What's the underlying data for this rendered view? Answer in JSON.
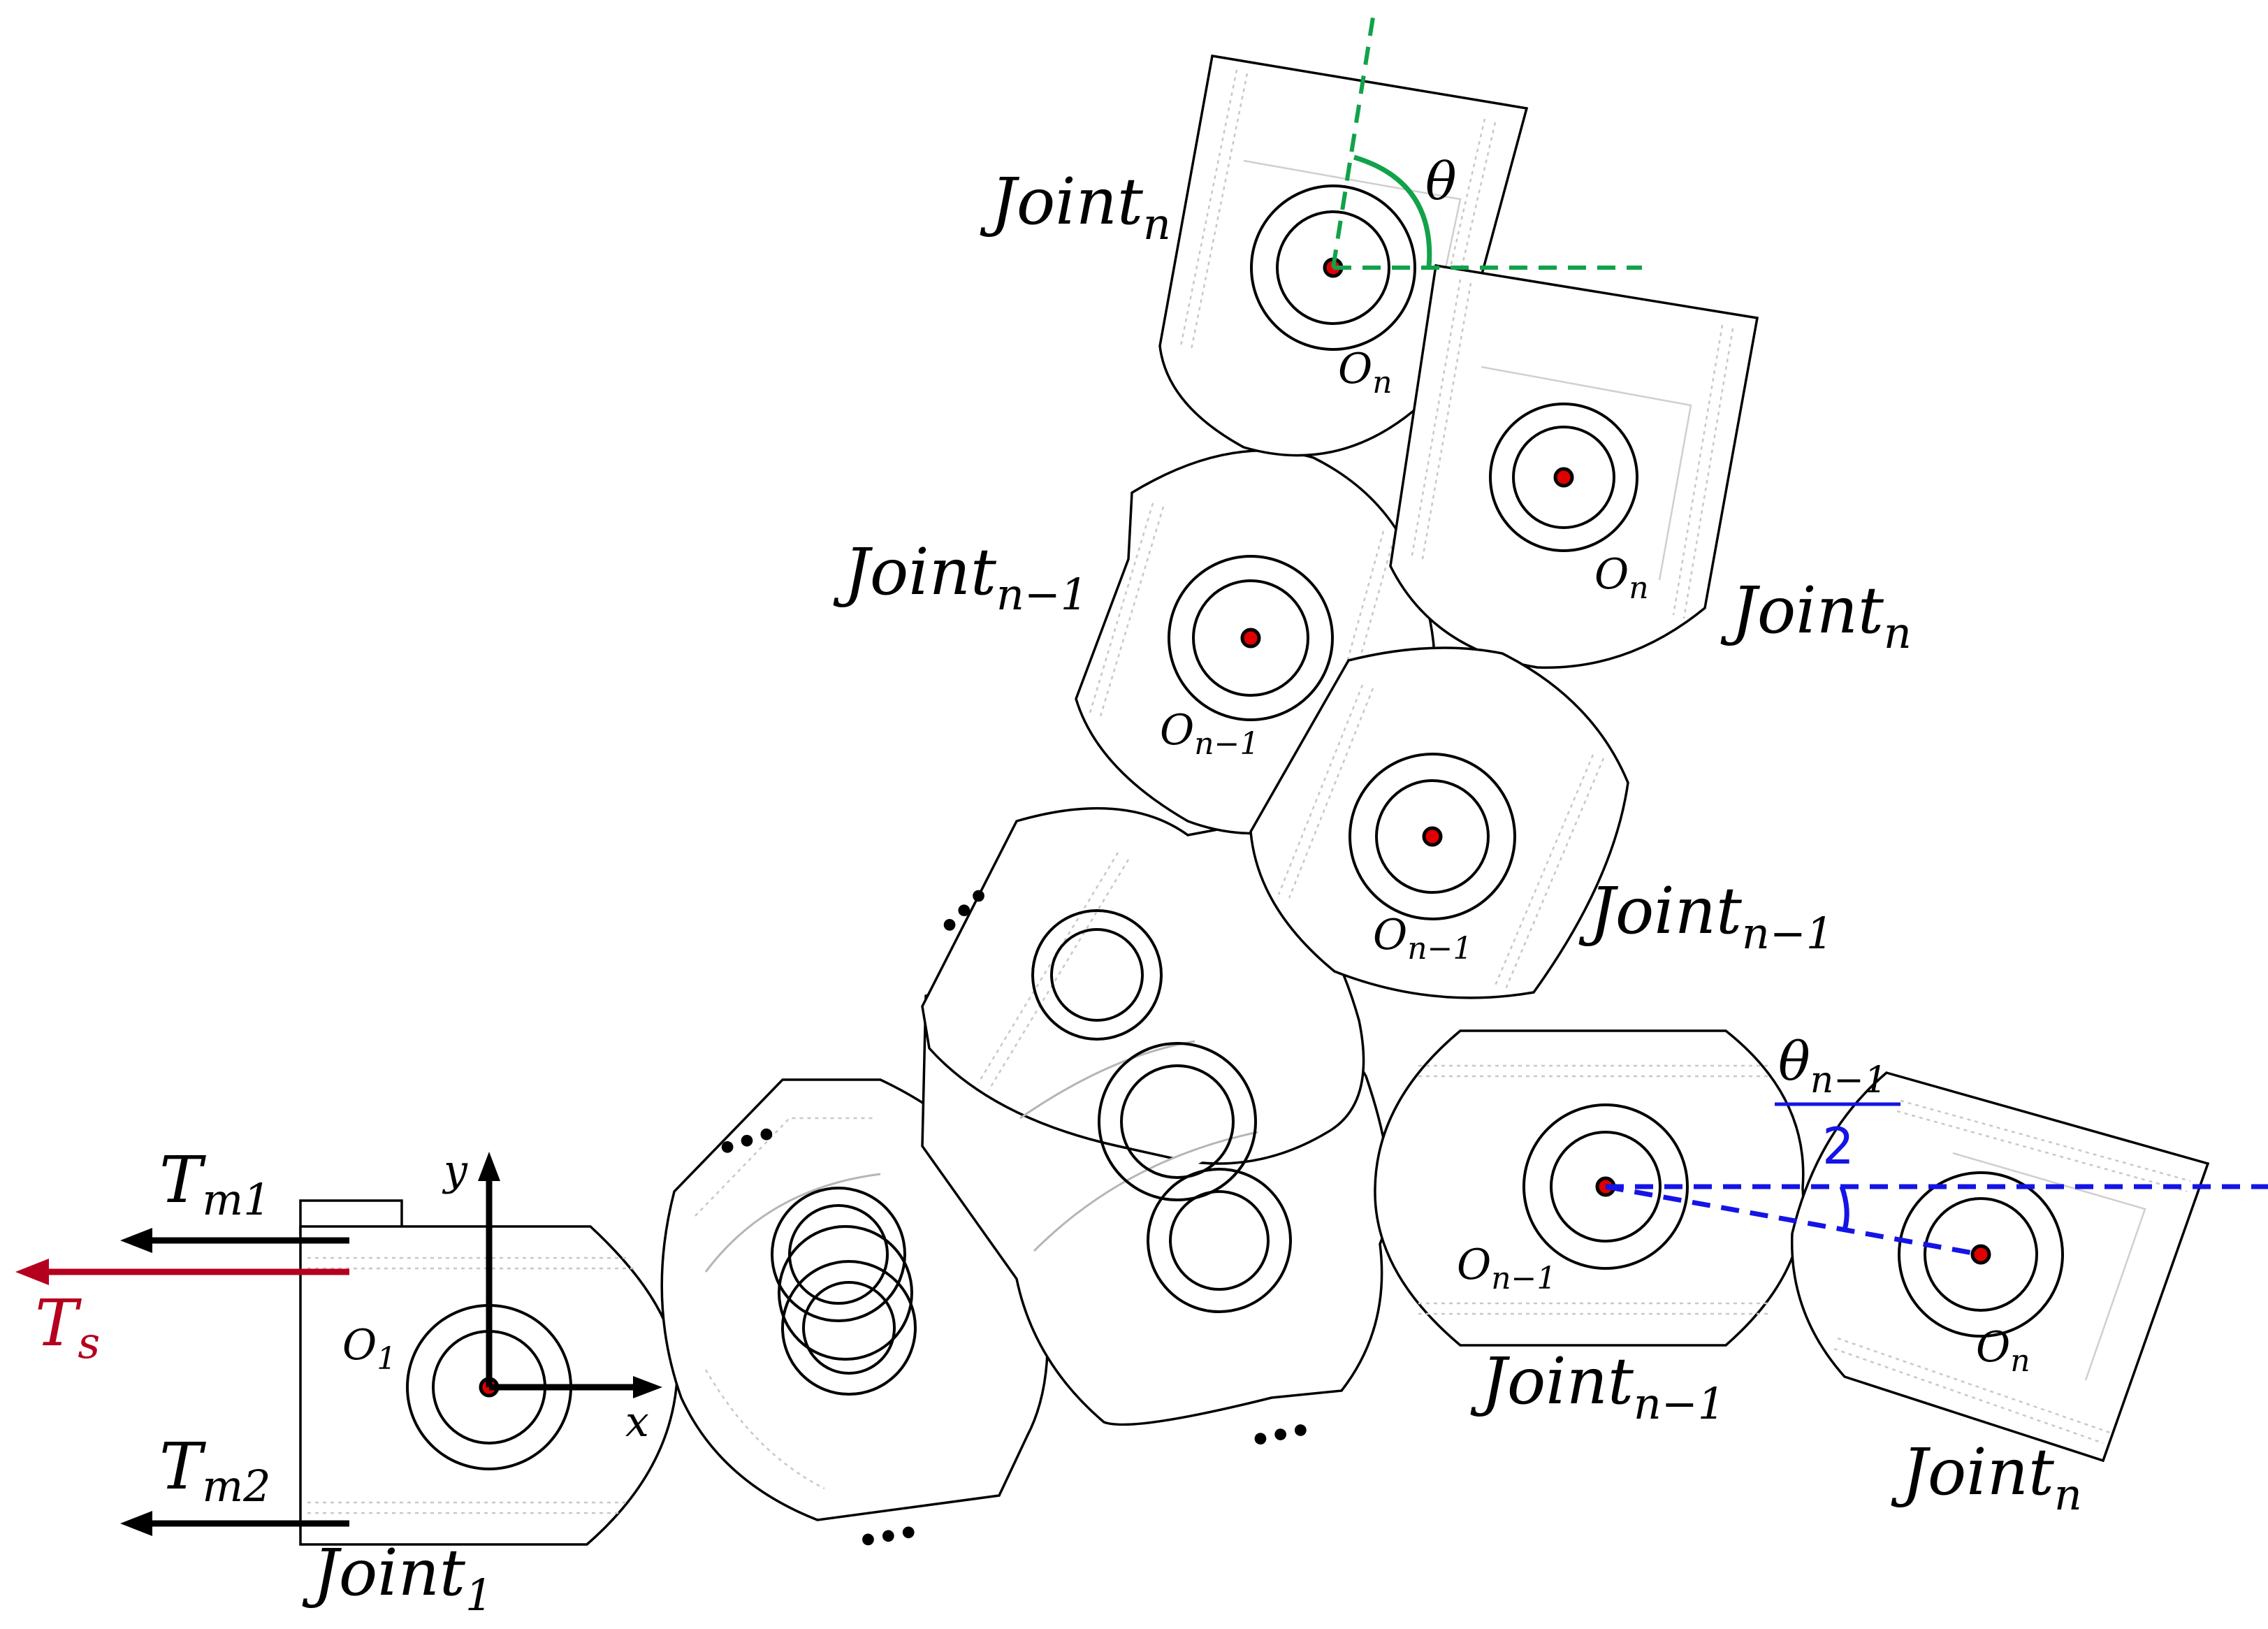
{
  "labels": {
    "joint_n_top": {
      "main": "Joint",
      "sub": "n"
    },
    "joint_n_mid": {
      "main": "Joint",
      "sub": "n"
    },
    "joint_n_right": {
      "main": "Joint",
      "sub": "n"
    },
    "joint_nm1_upper": {
      "main": "Joint",
      "sub": "n−1"
    },
    "joint_nm1_mid": {
      "main": "Joint",
      "sub": "n−1"
    },
    "joint_nm1_low": {
      "main": "Joint",
      "sub": "n−1"
    },
    "joint_1": {
      "main": "Joint",
      "sub": "1"
    },
    "o_n_top": {
      "main": "O",
      "sub": "n"
    },
    "o_n_mid": {
      "main": "O",
      "sub": "n"
    },
    "o_n_right": {
      "main": "O",
      "sub": "n"
    },
    "o_nm1_upper": {
      "main": "O",
      "sub": "n−1"
    },
    "o_nm1_mid": {
      "main": "O",
      "sub": "n−1"
    },
    "o_nm1_low": {
      "main": "O",
      "sub": "n−1"
    },
    "o_1": {
      "main": "O",
      "sub": "1"
    },
    "theta": "θ",
    "theta_half": {
      "num_main": "θ",
      "num_sub": "n−1",
      "den": "2"
    },
    "axis_x": "x",
    "axis_y": "y",
    "tm1": {
      "main": "T",
      "sub": "m1"
    },
    "tm2": {
      "main": "T",
      "sub": "m2"
    },
    "ts": {
      "main": "T",
      "sub": "s"
    },
    "ellipsis": "…"
  },
  "colors": {
    "angle_green": "#11a24a",
    "angle_blue": "#1414e6",
    "tension_red": "#b4001e",
    "pin_red": "#e00000"
  }
}
